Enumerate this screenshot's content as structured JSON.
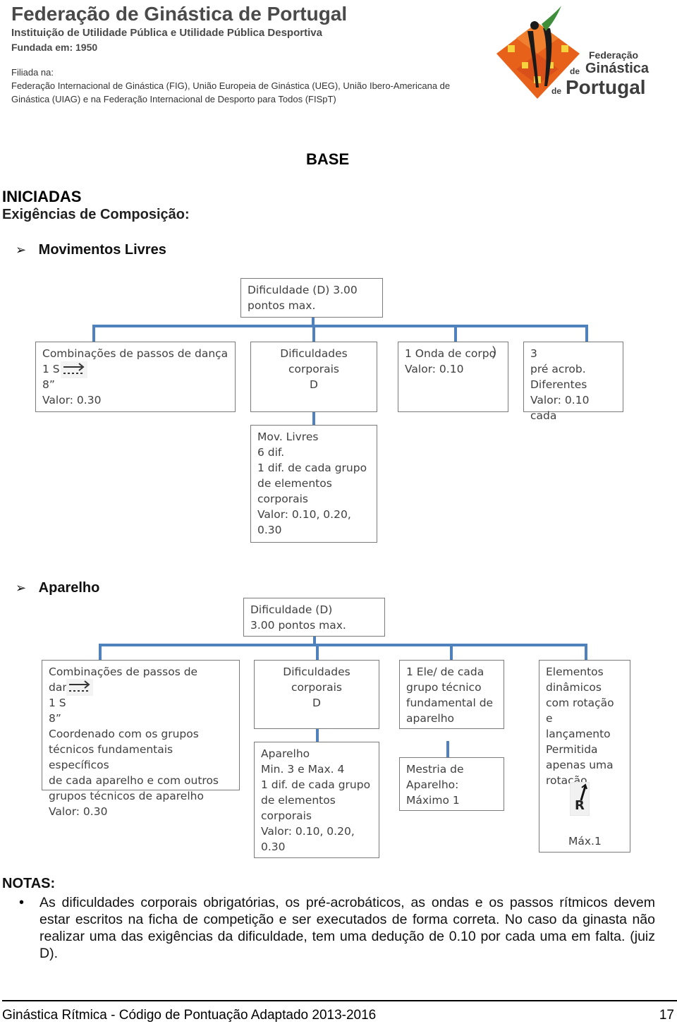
{
  "header": {
    "title": "Federação de Ginástica de Portugal",
    "subtitle": "Instituição de Utilidade Pública e Utilidade Pública Desportiva",
    "founded": "Fundada em: 1950",
    "affiliated_label": "Filiada na:",
    "affiliated_line1": "Federação Internacional de Ginástica (FIG), União Europeia de Ginástica (UEG), União Ibero-Americana de",
    "affiliated_line2": "Ginástica (UIAG) e na Federação Internacional de Desporto para Todos (FISpT)"
  },
  "logo": {
    "line1": "Federação",
    "line2_small": "de",
    "line2": "Ginástica",
    "line3_small": "de",
    "line3": "Portugal",
    "colors": {
      "orange": "#e8611a",
      "green": "#3e8e3a",
      "black": "#1a1a1a"
    }
  },
  "level": "BASE",
  "category": "INICIADAS",
  "composition_label": "Exigências de Composição:",
  "section_free": {
    "title": "Movimentos Livres",
    "top_box": "Dificuldade (D) 3.00\npontos max.",
    "boxes": [
      "Combinações de passos de dança\n1 S\n8”\nValor: 0.30",
      "Dificuldades\ncorporais\nD",
      "1 Onda de corpo\nValor: 0.10",
      "3\npré acrob.\nDiferentes\nValor: 0.10 cada"
    ],
    "sub_box": "Mov. Livres\n6 dif.\n1 dif. de cada grupo\nde elementos\ncorporais\nValor: 0.10, 0.20,\n0.30"
  },
  "section_app": {
    "title": "Aparelho",
    "top_box": "Dificuldade (D)\n3.00 pontos max.",
    "boxes": [
      "Combinações de passos de dança\n1 S\n8”\nCoordenado com os grupos\ntécnicos fundamentais específicos\nde cada aparelho e com outros\ngrupos técnicos de aparelho\nValor: 0.30",
      "Dificuldades\ncorporais\nD",
      "1 Ele/ de cada\ngrupo técnico\nfundamental de\naparelho",
      "Elementos\ndinâmicos\ncom rotação e\nlançamento\nPermitida\napenas uma\nrotação."
    ],
    "sub_box_left": "Aparelho\nMin. 3 e Max. 4\n1 dif. de cada grupo\nde elementos\ncorporais\nValor: 0.10, 0.20,\n0.30",
    "sub_box_right": "Mestria de\nAparelho:\nMáximo 1",
    "max_label": "Máx.1",
    "r_symbol": "R"
  },
  "notes": {
    "title": "NOTAS:",
    "items": [
      "As dificuldades corporais obrigatórias, os pré-acrobáticos, as ondas e os passos rítmicos devem estar escritos na ficha de competição e ser executados de forma correta. No caso da ginasta não realizar uma das exigências da dificuldade, tem uma dedução de 0.10 por cada uma em falta. (juiz D)."
    ]
  },
  "footer": {
    "left": "Ginástica Rítmica - Código de Pontuação Adaptado 2013-2016",
    "page": "17"
  }
}
